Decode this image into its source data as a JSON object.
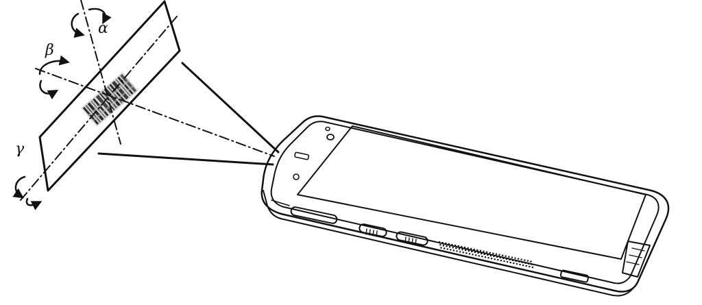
{
  "labels": {
    "alpha": "α",
    "beta": "β",
    "gamma": "γ"
  },
  "colors": {
    "ink": "#111111",
    "background": "#ffffff",
    "barcode_light": "#cfcfcf",
    "barcode_mid": "#8a8a8a",
    "barcode_dark": "#2a2a2a"
  },
  "icons": {
    "rotation_alpha": "curved-rotation-arrow",
    "rotation_beta": "curved-rotation-arrow",
    "rotation_gamma": "curved-rotation-arrow"
  }
}
